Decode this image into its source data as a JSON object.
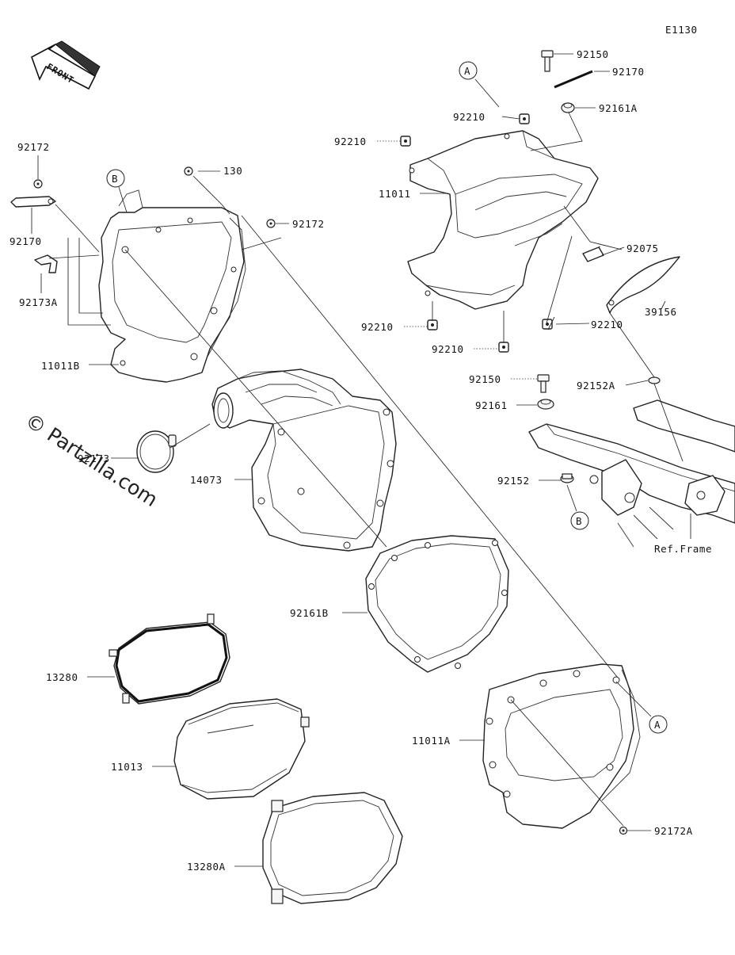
{
  "diagram_code": "E1130",
  "front_label": "FRONT",
  "watermark": "© Partzilla.com",
  "ref_frame": "Ref.Frame",
  "callouts": {
    "a": "A",
    "b": "B"
  },
  "parts": {
    "p92172_top": "92172",
    "p92170_left": "92170",
    "p92173a": "92173A",
    "p11011b": "11011B",
    "p130": "130",
    "p92172_mid": "92172",
    "p92173": "92173",
    "p14073": "14073",
    "p92161b": "92161B",
    "p13280": "13280",
    "p11013": "11013",
    "p13280a": "13280A",
    "p11011a": "11011A",
    "p92172a": "92172A",
    "p92150_top": "92150",
    "p92170_right": "92170",
    "p92161a": "92161A",
    "p92210_a": "92210",
    "p92210_b": "92210",
    "p11011": "11011",
    "p92075": "92075",
    "p39156": "39156",
    "p92210_c": "92210",
    "p92210_d": "92210",
    "p92210_e": "92210",
    "p92150_mid": "92150",
    "p92152a": "92152A",
    "p92161": "92161",
    "p92152": "92152"
  }
}
